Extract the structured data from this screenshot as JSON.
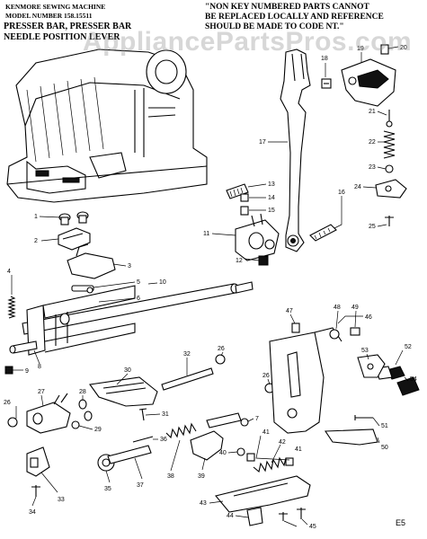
{
  "header": {
    "brand_line": "KENMORE SEWING MACHINE",
    "model_line": "MODEL NUMBER 158.15511",
    "section_title_1": "PRESSER BAR, PRESSER BAR",
    "section_title_2": "NEEDLE POSITION LEVER",
    "note_line_1": "\"NON KEY NUMBERED PARTS CANNOT",
    "note_line_2": "BE REPLACED LOCALLY AND REFERENCE",
    "note_line_3": "SHOULD BE MADE TO CODE NT.\""
  },
  "watermark": "AppliancePartsPros.com",
  "page_code": "E5",
  "colors": {
    "ink": "#000000",
    "paper": "#ffffff",
    "watermark": "#969696"
  },
  "callouts": [
    "1",
    "2",
    "3",
    "4",
    "5",
    "6",
    "7",
    "8",
    "9",
    "10",
    "11",
    "12",
    "13",
    "14",
    "15",
    "16",
    "17",
    "18",
    "19",
    "20",
    "21",
    "22",
    "23",
    "24",
    "25",
    "26",
    "27",
    "28",
    "29",
    "30",
    "31",
    "32",
    "33",
    "34",
    "35",
    "36",
    "37",
    "38",
    "39",
    "40",
    "41",
    "42",
    "43",
    "44",
    "45",
    "46",
    "47",
    "48",
    "49",
    "50",
    "51",
    "52",
    "53",
    "54"
  ]
}
